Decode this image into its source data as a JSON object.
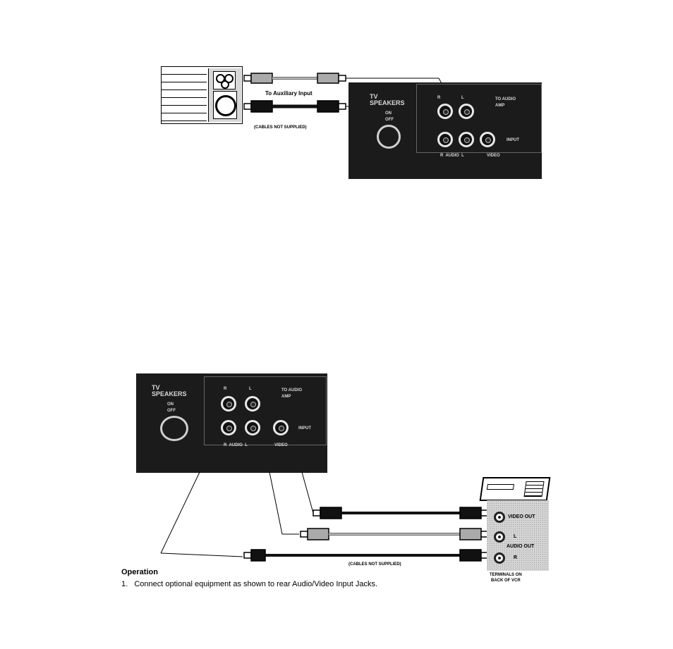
{
  "top_diagram": {
    "cable_label": "To Auxiliary Input",
    "cables_note": "(CABLES NOT SUPPLIED)",
    "panel": {
      "tv_speakers_1": "TV",
      "tv_speakers_2": "SPEAKERS",
      "on": "ON",
      "off": "OFF",
      "r": "R",
      "l": "L",
      "to_audio_1": "TO AUDIO",
      "to_audio_2": "AMP",
      "input": "INPUT",
      "r_audio_l": "R  AUDIO  L",
      "video": "VIDEO"
    }
  },
  "bottom_diagram": {
    "panel": {
      "tv_speakers_1": "TV",
      "tv_speakers_2": "SPEAKERS",
      "on": "ON",
      "off": "OFF",
      "r": "R",
      "l": "L",
      "to_audio_1": "TO AUDIO",
      "to_audio_2": "AMP",
      "input": "INPUT",
      "r_audio_l": "R  AUDIO  L",
      "video": "VIDEO"
    },
    "vcr_terminals": {
      "video_out": "VIDEO OUT",
      "l": "L",
      "audio_out": "AUDIO OUT",
      "r": "R",
      "caption_1": "TERMINALS ON",
      "caption_2": "BACK OF VCR"
    },
    "cables_note": "(CABLES NOT SUPPLIED)"
  },
  "operation": {
    "heading": "Operation",
    "step_1": "1.   Connect optional equipment as shown to rear Audio/Video Input Jacks."
  }
}
